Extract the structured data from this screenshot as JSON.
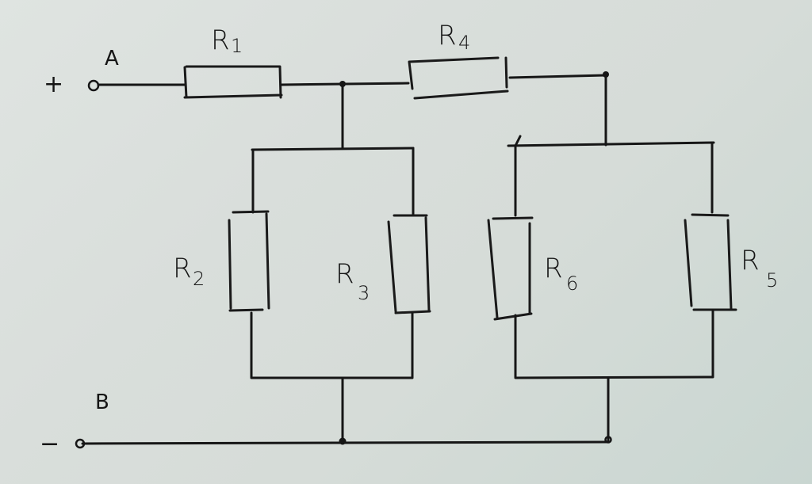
{
  "diagram": {
    "type": "resistor-network",
    "terminals": [
      {
        "id": "A",
        "label": "A",
        "polarity": "+"
      },
      {
        "id": "B",
        "label": "B",
        "polarity": "−"
      }
    ],
    "resistors": [
      {
        "id": "R1",
        "label": "R",
        "sub": "1",
        "between": [
          "A",
          "N1"
        ]
      },
      {
        "id": "R4",
        "label": "R",
        "sub": "4",
        "between": [
          "N1",
          "N2"
        ]
      },
      {
        "id": "R2",
        "label": "R",
        "sub": "2",
        "between": [
          "N1",
          "B"
        ]
      },
      {
        "id": "R3",
        "label": "R",
        "sub": "3",
        "between": [
          "N1",
          "B"
        ]
      },
      {
        "id": "R6",
        "label": "R",
        "sub": "6",
        "between": [
          "N2",
          "B"
        ]
      },
      {
        "id": "R5",
        "label": "R",
        "sub": "5",
        "between": [
          "N2",
          "B"
        ]
      }
    ],
    "topology": "R1 in series with [ (R2 || R3) || (R4 + (R6 || R5)) ] between A and B"
  },
  "labels": {
    "plus": "+",
    "minus": "−",
    "A": "A",
    "B": "B",
    "R1": {
      "main": "R",
      "sub": "1"
    },
    "R2": {
      "main": "R",
      "sub": "2"
    },
    "R3": {
      "main": "R",
      "sub": "3"
    },
    "R4": {
      "main": "R",
      "sub": "4"
    },
    "R5": {
      "main": "R",
      "sub": "5"
    },
    "R6": {
      "main": "R",
      "sub": "6"
    }
  }
}
